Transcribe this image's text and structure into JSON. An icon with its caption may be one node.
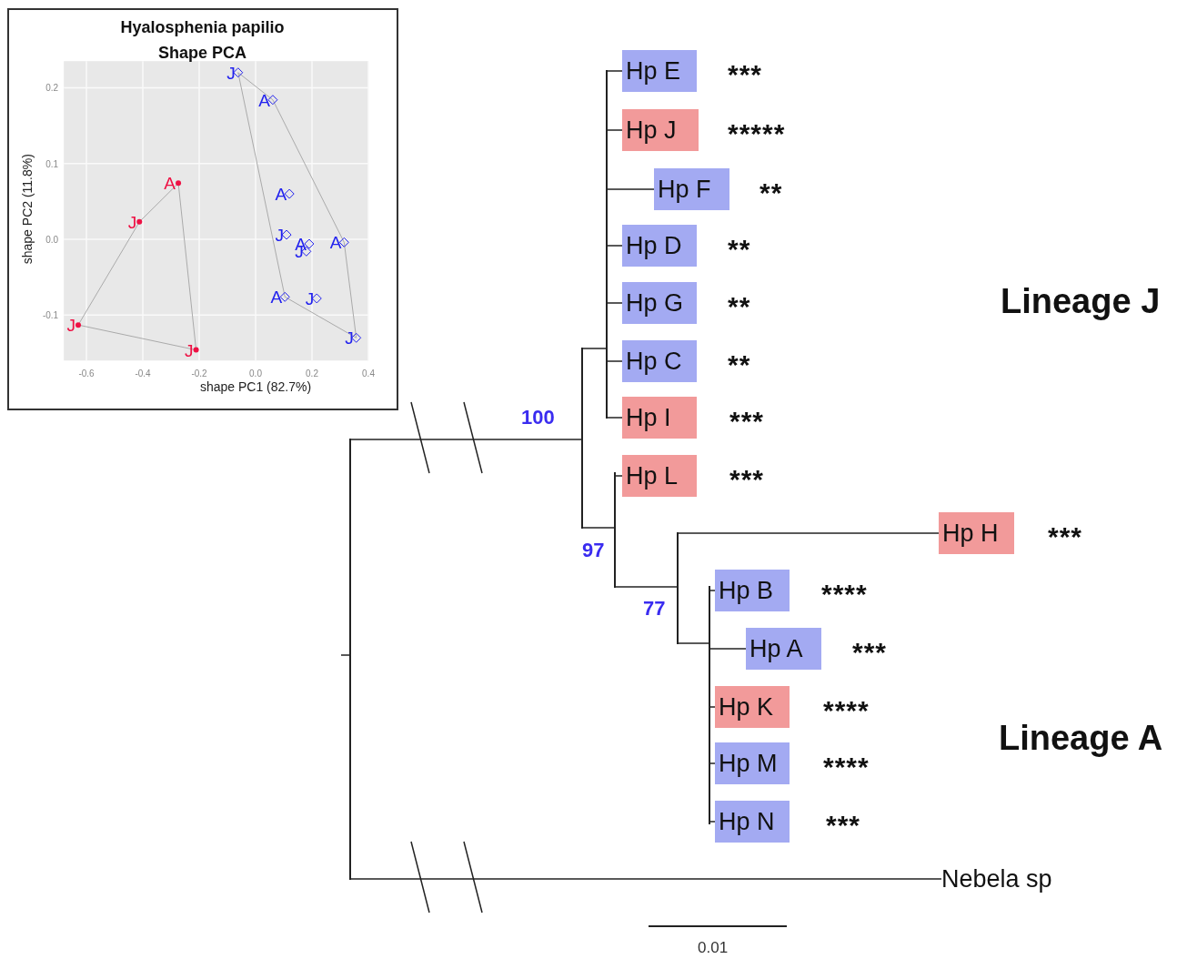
{
  "diagram": {
    "nodes": [
      {
        "text": [
          "Hp E"
        ],
        "beside": [
          "***"
        ]
      },
      {
        "text": [
          "Hp J"
        ],
        "beside": [
          "*****"
        ]
      },
      {
        "text": [
          "Hp F"
        ],
        "beside": [
          "**"
        ]
      },
      {
        "text": [
          "Hp D"
        ],
        "beside": [
          "**"
        ]
      },
      {
        "text": [
          "Hp G"
        ],
        "beside": [
          "**"
        ]
      },
      {
        "text": [
          "Hp C"
        ],
        "beside": [
          "**"
        ]
      },
      {
        "text": [
          "Hp I"
        ],
        "beside": [
          "***"
        ]
      },
      {
        "text": [
          "Hp L"
        ],
        "beside": [
          "***"
        ]
      },
      {
        "text": [
          "Hp H"
        ],
        "beside": [
          "***"
        ]
      },
      {
        "text": [
          "Hp B"
        ],
        "beside": [
          "****"
        ]
      },
      {
        "text": [
          "Hp A"
        ],
        "beside": [
          "***"
        ]
      },
      {
        "text": [
          "Hp K"
        ],
        "beside": [
          "****"
        ]
      },
      {
        "text": [
          "Hp M"
        ],
        "beside": [
          "****"
        ]
      },
      {
        "text": [
          "Hp N"
        ],
        "beside": [
          "***"
        ]
      },
      {
        "text": [
          "Nebela sp"
        ]
      },
      {
        "text": [],
        "shape": "bar"
      },
      {
        "text": [],
        "shape": "bar"
      },
      {
        "text": [],
        "shape": "bar"
      },
      {
        "text": [],
        "shape": "bar"
      },
      {
        "text": [],
        "shape": "bar"
      },
      {
        "text": [],
        "shape": "bar"
      }
    ],
    "edges": [
      {
        "from": null,
        "to": 15,
        "arrow": "none"
      },
      {
        "from": 15,
        "to": 16,
        "arrow": "none"
      },
      {
        "from": 15,
        "to": 14,
        "arrow": "none"
      },
      {
        "from": 16,
        "to": 17,
        "arrow": "none"
      },
      {
        "from": 17,
        "to": 0,
        "arrow": "none"
      },
      {
        "from": 17,
        "to": 1,
        "arrow": "none"
      },
      {
        "from": 17,
        "to": 2,
        "arrow": "none"
      },
      {
        "from": 17,
        "to": 3,
        "arrow": "none"
      },
      {
        "from": 17,
        "to": 4,
        "arrow": "none"
      },
      {
        "from": 17,
        "to": 5,
        "arrow": "none"
      },
      {
        "from": 17,
        "to": 6,
        "arrow": "none"
      },
      {
        "from": 16,
        "to": 18,
        "arrow": "none"
      },
      {
        "from": 18,
        "to": 7,
        "arrow": "none"
      },
      {
        "from": 18,
        "to": 19,
        "arrow": "none"
      },
      {
        "from": 19,
        "to": 8,
        "arrow": "none"
      },
      {
        "from": 19,
        "to": 20,
        "arrow": "none"
      },
      {
        "from": 20,
        "to": 9,
        "arrow": "none"
      },
      {
        "from": 20,
        "to": 10,
        "arrow": "none"
      },
      {
        "from": 20,
        "to": 11,
        "arrow": "none"
      },
      {
        "from": 20,
        "to": 12,
        "arrow": "none"
      },
      {
        "from": 20,
        "to": 13,
        "arrow": "none"
      }
    ],
    "labels": [
      "Lineage J",
      "100",
      "97",
      "77",
      "Lineage A",
      "0.01"
    ],
    "chart_data": {
      "type": "scatter",
      "title": "Hyalosphenia papilio Shape PCA",
      "xlabel": "shape PC1 (82.7%)",
      "ylabel": "shape PC2 (11.8%)",
      "xlim": [
        -0.68,
        0.4
      ],
      "ylim": [
        -0.16,
        0.235
      ],
      "grid": true,
      "xticks": [
        {
          "value": -0.6,
          "label": "-0.6"
        },
        {
          "value": -0.4,
          "label": "-0.4"
        },
        {
          "value": -0.2,
          "label": "-0.2"
        },
        {
          "value": 0,
          "label": "0.0"
        },
        {
          "value": 0.2,
          "label": "0.2"
        },
        {
          "value": 0.4,
          "label": "0.4"
        }
      ],
      "yticks": [
        {
          "value": -0.1,
          "label": "-0.1"
        },
        {
          "value": 0,
          "label": "0.0"
        },
        {
          "value": 0.1,
          "label": "0.1"
        },
        {
          "value": 0.2,
          "label": "0.2"
        }
      ],
      "series": [
        {
          "color": "#ee1144",
          "x": [
            -0.274,
            -0.412,
            -0.629,
            -0.211
          ],
          "values": [
            0.074,
            0.023,
            -0.113,
            -0.146
          ]
        },
        {
          "color": "#2222ee",
          "x": [
            -0.062,
            0.061,
            0.12,
            0.11,
            0.19,
            0.18,
            0.314,
            0.104,
            0.217,
            0.357
          ],
          "values": [
            0.22,
            0.184,
            0.06,
            0.006,
            -0.006,
            -0.016,
            -0.004,
            -0.076,
            -0.078,
            -0.13
          ]
        }
      ],
      "annotations": [
        {
          "x": -0.274,
          "y": 0.074,
          "text": "A"
        },
        {
          "x": -0.412,
          "y": 0.023,
          "text": "J"
        },
        {
          "x": -0.629,
          "y": -0.113,
          "text": "J"
        },
        {
          "x": -0.211,
          "y": -0.146,
          "text": "J"
        },
        {
          "x": -0.062,
          "y": 0.22,
          "text": "J"
        },
        {
          "x": 0.061,
          "y": 0.184,
          "text": "A"
        },
        {
          "x": 0.12,
          "y": 0.06,
          "text": "A"
        },
        {
          "x": 0.11,
          "y": 0.006,
          "text": "J"
        },
        {
          "x": 0.19,
          "y": -0.006,
          "text": "A"
        },
        {
          "x": 0.18,
          "y": -0.016,
          "text": "J"
        },
        {
          "x": 0.314,
          "y": -0.004,
          "text": "A"
        },
        {
          "x": 0.104,
          "y": -0.076,
          "text": "A"
        },
        {
          "x": 0.217,
          "y": -0.078,
          "text": "J"
        },
        {
          "x": 0.357,
          "y": -0.13,
          "text": "J"
        }
      ]
    }
  }
}
